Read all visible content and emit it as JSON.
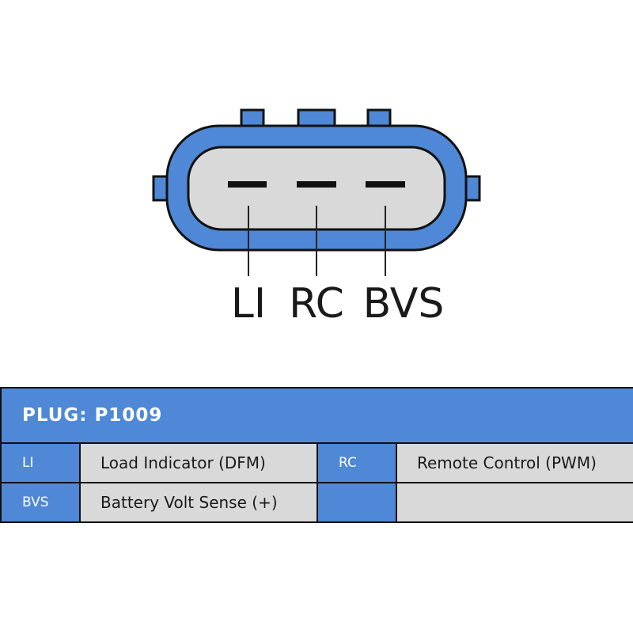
{
  "colors": {
    "accent": "#4f88d6",
    "connector_body": "#4f88d6",
    "connector_face": "#d9d9d9",
    "outline": "#111111",
    "cell_background": "#d9d9d9"
  },
  "connector": {
    "pins": [
      {
        "label": "LI"
      },
      {
        "label": "RC"
      },
      {
        "label": "BVS"
      }
    ]
  },
  "table": {
    "title": "PLUG: P1009",
    "rows": [
      {
        "code_1": "LI",
        "desc_1": "Load Indicator (DFM)",
        "code_2": "RC",
        "desc_2": "Remote Control (PWM)"
      },
      {
        "code_1": "BVS",
        "desc_1": "Battery Volt Sense (+)",
        "code_2": "",
        "desc_2": ""
      }
    ]
  }
}
